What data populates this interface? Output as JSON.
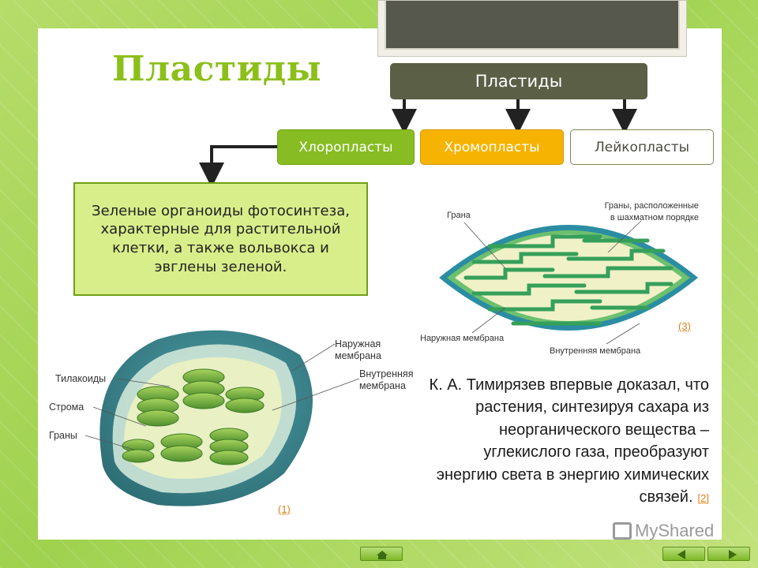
{
  "title": "Пластиды",
  "diagram": {
    "root": "Пластиды",
    "children": [
      "Хлоропласты",
      "Хромопласты",
      "Лейкопласты"
    ],
    "description": "Зеленые органоиды фотосинтеза, характерные для растительной клетки, а также вольвокса и эвглены зеленой."
  },
  "figure1": {
    "ref": "(1)",
    "labels": {
      "thylakoids": "Тилакоиды",
      "stroma": "Строма",
      "grana": "Граны",
      "outer_membrane": [
        "Наружная",
        "мембрана"
      ],
      "inner_membrane": [
        "Внутренняя",
        "мембрана"
      ]
    }
  },
  "figure3": {
    "ref": "(3)",
    "labels": {
      "grana": "Грана",
      "grana_checkerboard": [
        "Граны, расположенные",
        "в шахматном порядке"
      ],
      "outer_membrane": "Наружная мембрана",
      "inner_membrane": "Внутренняя мембрана"
    }
  },
  "info": {
    "text": "К. А. Тимирязев впервые доказал, что растения, синтезируя сахара из неорганического вещества – углекислого газа, преобразуют энергию света в энергию химических связей.",
    "ref": "[2]"
  },
  "watermark": "MyShared",
  "colors": {
    "root": "#5a5f46",
    "chloroplasts": "#87bd22",
    "chromoplasts": "#f7b301",
    "leucoplasts": "#ffffff",
    "title": "#8cbf1a"
  }
}
